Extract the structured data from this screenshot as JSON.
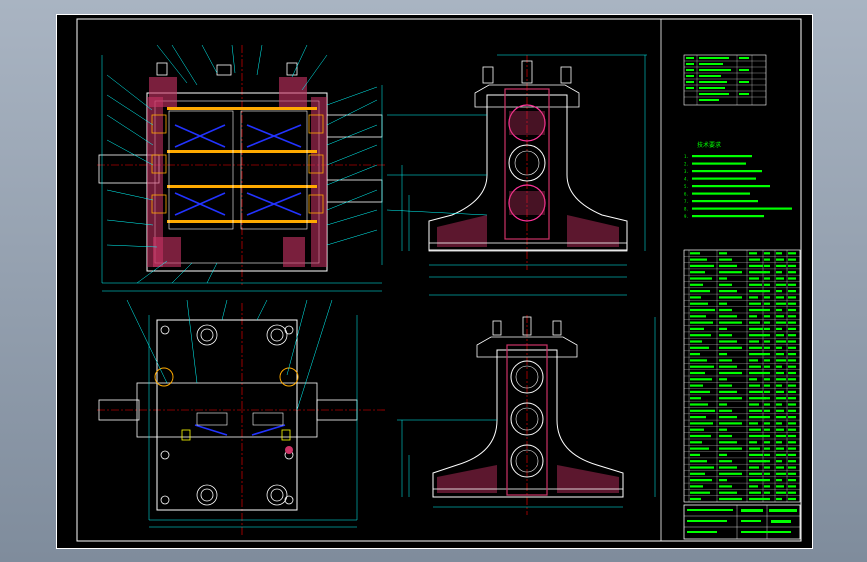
{
  "app": {
    "title": ""
  },
  "colors": {
    "background": "#000000",
    "frame": "#ffffff",
    "outline": "#ffffff",
    "dimension": "#00ffff",
    "centerline": "#ff0000",
    "section": "#cc3366",
    "hatch": "#ff3399",
    "bearing": "#ffaa00",
    "roller_guide": "#2233ff",
    "table_text": "#00ff00",
    "yellow": "#ffff00"
  },
  "drawing": {
    "views": [
      "front-section-view",
      "side-view-upper",
      "top-view",
      "side-view-lower",
      "title-block"
    ],
    "technical_requirements": {
      "heading": "技术要求",
      "items": [
        "1.",
        "2.",
        "3.",
        "4.",
        "5.",
        "6.",
        "7.",
        "8.",
        "9."
      ]
    },
    "title_block": {
      "name_cells": [
        "",
        "",
        ""
      ]
    }
  }
}
